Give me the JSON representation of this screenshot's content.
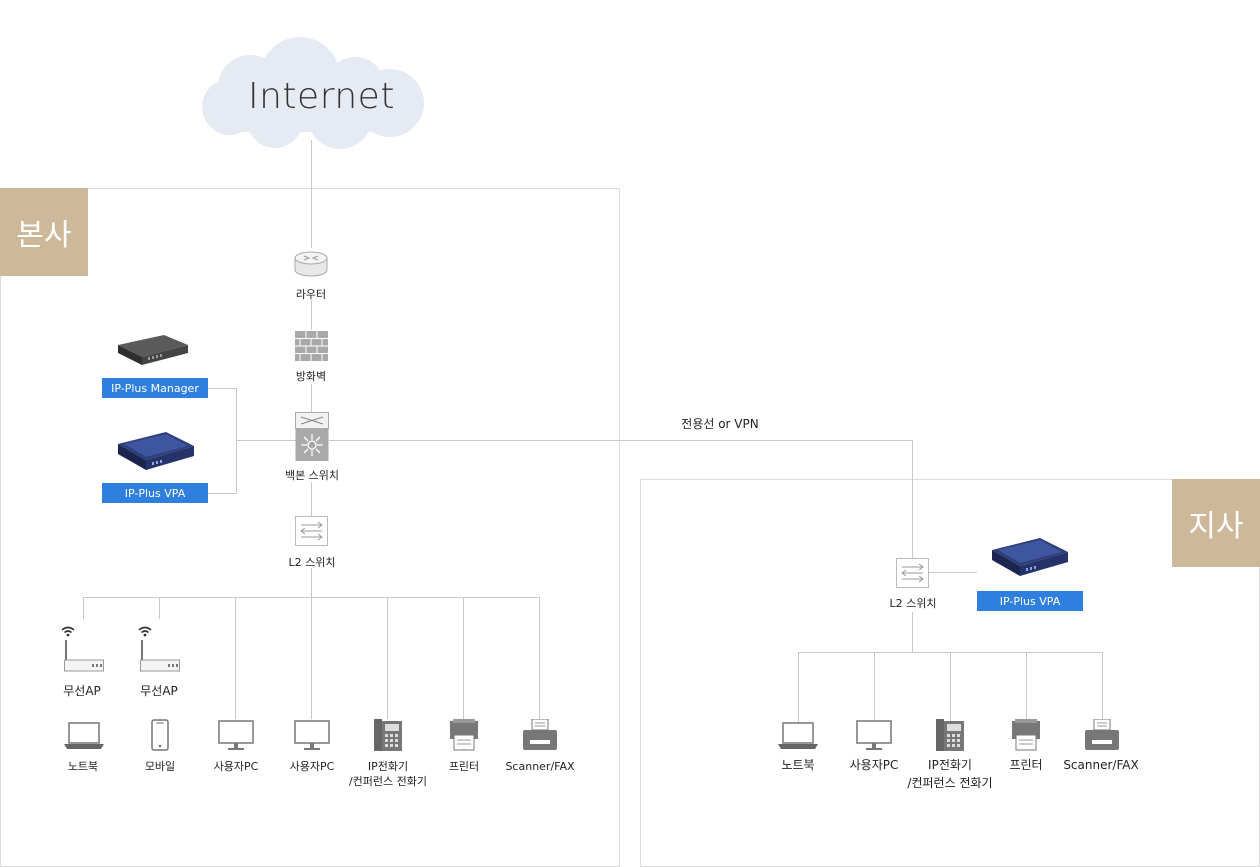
{
  "internet": {
    "label": "Internet"
  },
  "hq": {
    "tag": "본사",
    "router": "라우터",
    "firewall": "방화벽",
    "backbone_switch": "백본 스위치",
    "l2_switch": "L2 스위치",
    "manager_label": "IP-Plus Manager",
    "vpa_label": "IP-Plus VPA",
    "aps": [
      "무선AP",
      "무선AP"
    ],
    "devices": [
      "노트북",
      "모바일",
      "사용자PC",
      "사용자PC",
      "IP전화기",
      "/컨퍼런스 전화기",
      "프린터",
      "Scanner/FAX"
    ]
  },
  "link_label": "전용선 or VPN",
  "branch": {
    "tag": "지사",
    "l2_switch": "L2 스위치",
    "vpa_label": "IP-Plus VPA",
    "devices": [
      "노트북",
      "사용자PC",
      "IP전화기",
      "/컨퍼런스 전화기",
      "프린터",
      "Scanner/FAX"
    ]
  },
  "colors": {
    "tag_bg": "#cdb89a",
    "blue_tag": "#2f7fde",
    "wire": "#c9c9c9",
    "cloud": "#e6ebf3"
  }
}
